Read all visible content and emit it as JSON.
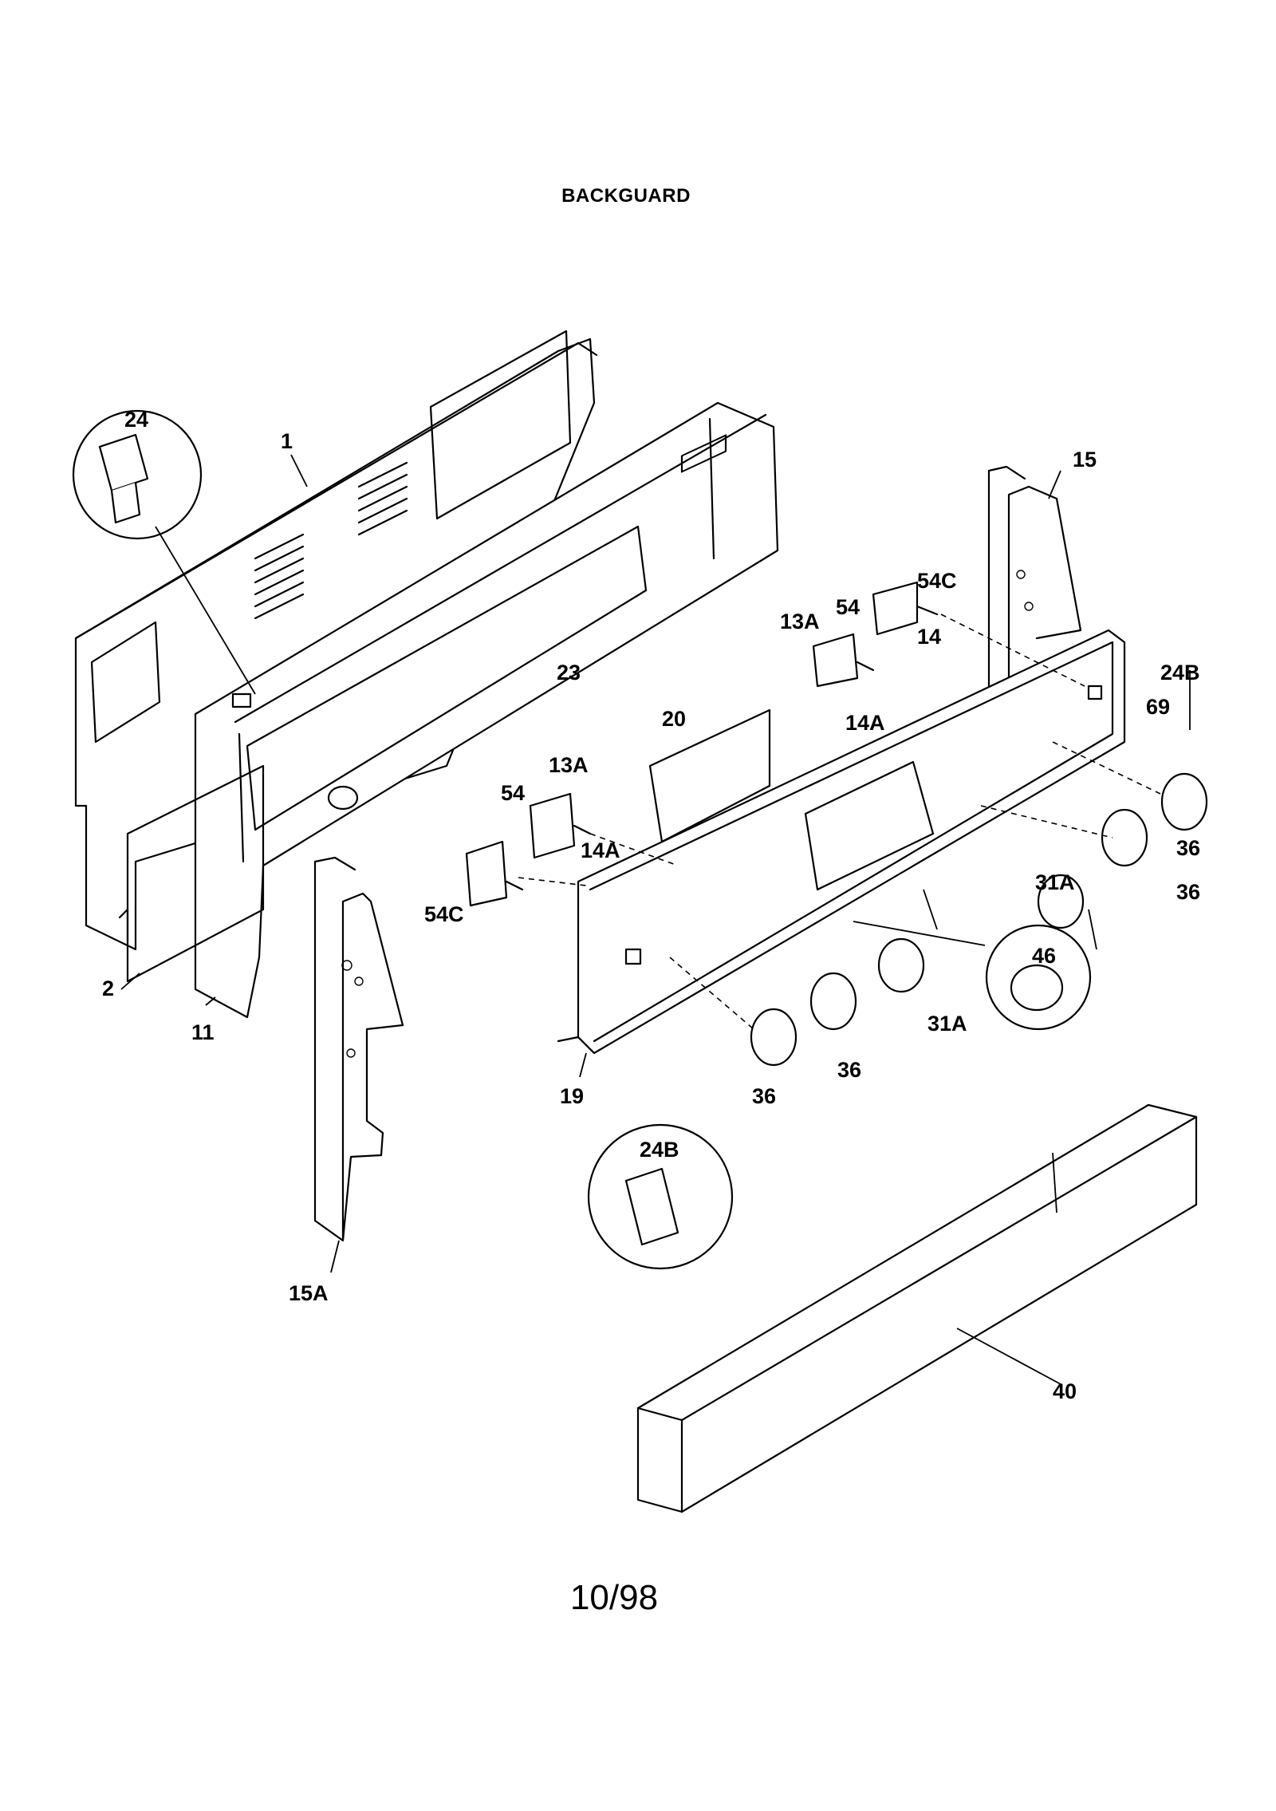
{
  "title": "BACKGUARD",
  "page_number": "10/98",
  "callouts": {
    "c1": "1",
    "c2": "2",
    "c11": "11",
    "c13a_upper": "13A",
    "c13a_lower": "13A",
    "c14": "14",
    "c14a_upper": "14A",
    "c14a_lower": "14A",
    "c15": "15",
    "c15a": "15A",
    "c19": "19",
    "c20": "20",
    "c23": "23",
    "c24": "24",
    "c24b_right": "24B",
    "c24b_detail": "24B",
    "c31a_upper": "31A",
    "c31a_lower": "31A",
    "c36_a": "36",
    "c36_b": "36",
    "c36_c": "36",
    "c36_d": "36",
    "c40": "40",
    "c46": "46",
    "c54_upper": "54",
    "c54_lower": "54",
    "c54c_upper": "54C",
    "c54c_lower": "54C",
    "c69": "69"
  }
}
